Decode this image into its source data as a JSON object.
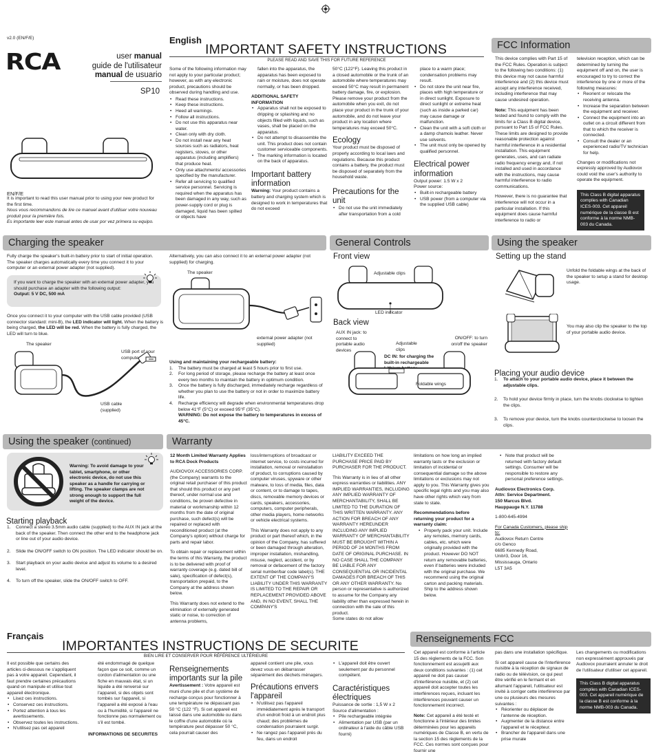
{
  "header": {
    "version": "v2.0 (EN/F/E)",
    "brand": "RCA",
    "manual_lines": [
      {
        "pre": "user ",
        "bold": "manual",
        "post": ""
      },
      {
        "pre": "guide de l'utilisateur",
        "bold": "",
        "post": ""
      },
      {
        "pre": "",
        "bold": "manual",
        "post": " de usuario"
      }
    ],
    "model": "SP10"
  },
  "intro": {
    "lang": "EN/F/E",
    "en": "It is important to read this user manual prior to using your new product for the first time.",
    "fr": "Nous vous recommandons de lire ce manuel avant d'utiliser votre nouveau produit pour la première fois.",
    "es": "Es importante leer este manual antes de usar por vez primera su equipo."
  },
  "safety": {
    "lang": "English",
    "title": "IMPORTANT SAFETY INSTRUCTIONS",
    "subtitle": "PLEASE READ AND SAVE THIS FOR FUTURE REFERENCE",
    "col1_intro": "Some of the following information may not apply to your particular product; however, as with any electronic product, precautions should be observed during handling and use.",
    "col1_items": [
      "Read these instructions.",
      "Keep these instructions.",
      "Heed all warnings.",
      "Follow all instructions.",
      "Do not use this apparatus near water.",
      "Clean only with dry cloth.",
      "Do not install near any heat sources such as radiators, heat registers, stoves, or other apparatus (including amplifiers) that produce heat.",
      "Only use attachments/ accessories specified by the manufacturer.",
      "Refer all servicing to qualified service personnel. Servicing is required when the apparatus has been damaged in any way, such as power-supply cord or plug is damaged, liquid has been spilled or objects have"
    ],
    "col2_cont": "fallen into the apparatus, the apparatus has been exposed to rain or moisture, does not operate normally, or has been dropped.",
    "col2_add_head": "ADDITIONAL SAFETY INFORMATION",
    "col2_items": [
      "Apparatus shall not be exposed to dripping or splashing and no objects filled with liquids, such as vases, shall be placed on the apparatus.",
      "Do not attempt to disassemble the unit. This product does not contain customer serviceable components.",
      "The marking information is located on the back of apparatus."
    ],
    "battery_head": "Important battery information",
    "battery_warn_label": "Warning:",
    "battery_warn": " Your product contains a battery and charging system which is designed to work in temperatures that do not exceed",
    "col3_cont": "50°C (122°F). Leaving this product in a closed automobile or the trunk of an automobile where temperatures may exceed 50°C may result in permanent battery damage, fire, or explosion. Please remove your product from the automobile when you exit, do not place your product in the trunk of your automobile, and do not leave your product in any location where temperatures may exceed 50°C.",
    "ecology_head": "Ecology",
    "ecology": "Your product must be disposed of properly according to local laws and regulations. Because this product contains a battery, the product must be disposed of separately from the household waste.",
    "precautions_head": "Precautions for the unit",
    "precautions_item": "Do not use the unit immediately after transportation from a cold",
    "col4_cont": "place to a warm place; condensation problems may result.",
    "col4_items": [
      "Do not store the unit near fire, places with high temperature or in direct sunlight. Exposure to direct sunlight or extreme heat (such as inside a parked car) may cause damage or malfunction.",
      "Clean the unit with a soft cloth or a damp chamois leather. Never use solvents.",
      "The unit must only be opened by qualified personnel."
    ],
    "power_head": "Electrical power information",
    "power_output": "Output power: 1.5 W x 2",
    "power_source": "Power source:",
    "power_items": [
      "Built-in rechargeable battery",
      "USB power (from a computer via the supplied USB cable)"
    ]
  },
  "fcc": {
    "title": "FCC Information",
    "col1": "This device complies with Part 15 of the FCC Rules. Operation is subject to the following two conditions: (1) this device may not cause harmful interference and (2) this device must accept any interference received, including interference that may cause undesired operation.",
    "note_label": "Note:",
    "note": " This equipment has been tested and found to comply with the limits for a Class B digital device, pursuant to Part 15 of FCC Rules. These limits are designed to provide reasonable protection against harmful interference in a residential installation. This equipment generates, uses, and can radiate radio frequency energy and, if not installed and used in accordance with the instructions, may cause harmful interference to radio communications.",
    "col1b": "However, there is no guarantee that interference will not occur in a particular installation. If this equipment does cause harmful interference to radio or",
    "col2": "television reception, which can be determined by turning the equipment off and on, the user is encouraged to try to correct the interference by one or more of the following measures:",
    "col2_items": [
      "Reorient or relocate the receiving antenna.",
      "Increase the separation between the equipment and receiver.",
      "Connect the equipment into an outlet on a circuit different from that to which the receiver is connected.",
      "Consult the dealer or an experienced radio/TV technician for help."
    ],
    "changes": "Changes or modifications not expressly approved by Audiovox could void the user's authority to operate the equipment.",
    "box": "This Class B digital apparatus complies with Canadian ICES-003. Cet appareil numérique de la classe B est conforme à la norme NMB-003 du Canada."
  },
  "charging": {
    "title": "Charging the speaker",
    "p1": "Fully charge the speaker's built-in battery prior to start of initial operation. The speaker charges automatically every time you connect it to your computer or an external power adapter (not supplied).",
    "note": "If you want to charge the speaker with an external power adapter, you should purchase an adapter with the following output:",
    "note_bold": "Output: 5 V DC, 500 mA",
    "p2_a": "Once you connect it to your computer with the USB cable provided (USB connector standard: mini-B), the ",
    "p2_b": "LED indicator will light.",
    "p2_c": " When the battery is being charged, ",
    "p2_d": "the LED will be red.",
    "p2_e": " When the battery is fully charged, the LED will turn to blue.",
    "lbl_speaker": "The speaker",
    "lbl_usbport": "USB port of your computer",
    "lbl_cable": "USB cable (supplied)",
    "p3": "Alternatively, you can also connect it to an external power adapter (not supplied) for charging.",
    "lbl_speaker2": "The speaker",
    "lbl_adapter": "external power adapter (not supplied)",
    "maint_head": "Using and maintaining your rechargeable battery:",
    "maint": [
      "The battery must be charged at least 5 hours prior to first use.",
      "For long period of storage, please recharge the battery at least once every two months to maintain the battery in optimum condition.",
      "Once the battery is fully discharged, immediately recharge regardless of whether you plan to use the battery or not in order to maximize battery life.",
      "Recharge efficiency will degrade when environmental temperatures drop below 41°F (5°C) or exceed 95°F (35°C)."
    ],
    "maint_warn": "WARNING: Do not expose the battery to temperatures in excess of 45°C."
  },
  "controls": {
    "title": "General Controls",
    "front": "Front view",
    "lbl_clips": "Adjustable clips",
    "lbl_led": "LED indicator",
    "back": "Back view",
    "lbl_aux": "AUX IN jack: to connect to portable audio devices",
    "lbl_clips2": "Adjustable clips",
    "lbl_onoff": "ON/OFF: to turn on/off the speaker",
    "lbl_dcin": "DC IN: for charging the built-in rechargeable Lithium battery",
    "lbl_wings": "Foldable wings"
  },
  "using": {
    "title": "Using the speaker",
    "stand_head": "Setting up the stand",
    "stand1": "Unfold the foldable wings at the back of the speaker to setup a stand for desktop usage.",
    "stand2": "You may also clip the speaker to the top of your portable audio device.",
    "place_head": "Placing your audio device",
    "place": [
      "To attach to your portable audio device, place it between the adjustable clips.",
      "To hold your device firmly in place, turn the knobs clockwise to tighten the clips.",
      "To remove your device, turn the knobs counterclockwise to loosen the clips."
    ]
  },
  "using2": {
    "title": "Using the speaker",
    "title_small": "(continued)",
    "warn_label": "Warning:",
    "warn": " To avoid damage to your tablet, smartphone, or other electronic device, do not use this speaker as a handle for carrying or lifting. The speaker clamps are not strong enough to support the full weight of the device.",
    "play_head": "Starting playback",
    "play": [
      "Connect a stereo 3.5mm audio cable (supplied) to the AUX IN jack at the back of the speaker. Then connect the other end to the headphone jack or line out of your audio device.",
      "Slide the ON/OFF switch to ON position. The LED indicator should be on.",
      "Start playback on your audio device and adjust its volume to a desired level.",
      "To turn off the speaker, slide the ON/OFF switch to OFF."
    ]
  },
  "warranty": {
    "title": "Warranty",
    "head": "12 Month Limited Warranty Applies to RCA Dock Products",
    "c1": "AUDIOVOX ACCESSORIES CORP. (the Company) warrants to the original retail purchaser of this product that should this product or any part thereof, under normal use and conditions, be proven defective in material or workmanship within 12 months from the date of original purchase, such defect(s) will be repaired or replaced with reconditioned product (at the Company's option) without charge for parts and repair labor.",
    "c1b": "To obtain repair or replacement within the terms of this Warranty, the product is to be delivered with proof of warranty coverage (e.g. dated bill of sale), specification of defect(s), transportation prepaid, to the Company at the address shown below.",
    "c1c": "This Warranty does not extend to the elimination of externally generated static or noise, to correction of antenna problems,",
    "c2": "loss/interruptions of broadcast or internet service, to costs incurred for installation, removal or reinstallation of product, to corruptions caused by computer viruses, spyware or other malware, to loss of media, files, data or content, or to damage to tapes, discs, removable memory devices or cards, speakers, accessories, computers, computer peripherals, other media players, home networks or vehicle electrical systems.",
    "c2b": "This Warranty does not apply to any product or part thereof which, in the opinion of the Company, has suffered or been damaged through alteration, improper installation, mishandling, misuse, neglect, accident, or by removal or defacement of the factory serial number/bar code label(s). THE EXTENT OF THE COMPANY'S LIABILITY UNDER THIS WARRANTY IS LIMITED TO THE REPAIR OR REPLACEMENT PROVIDED ABOVE AND, IN NO EVENT, SHALL THE COMPANY'S",
    "c3": "LIABILITY EXCEED THE PURCHASE PRICE PAID BY PURCHASER FOR THE PRODUCT.",
    "c3b": "This Warranty is in lieu of all other express warranties or liabilities. ANY IMPLIED WARRANTIES, INCLUDING ANY IMPLIED WARRANTY OF MERCHANTABILITY, SHALL BE LIMITED TO THE DURATION OF THIS WRITTEN WARRANTY. ANY ACTION FOR BREACH OF ANY WARRANTY HEREUNDER INCLUDING ANY IMPLIED WARRANTY OF MERCHANTABILITY MUST BE BROUGHT WITHIN A PERIOD OF 24 MONTHS FROM DATE OF ORIGINAL PURCHASE. IN NO CASE SHALL THE COMPANY BE LIABLE FOR ANY CONSEQUENTIAL OR INCIDENTAL DAMAGES FOR BREACH OF THIS OR ANY OTHER WARRANTY. No person or representative is authorized to assume for the Company any liability other than expressed herein in connection with the sale of this product.",
    "c3c": "Some states do not allow",
    "c4": "limitations on how long an implied warranty lasts or the exclusion or limitation of incidental or consequential damage so the above limitations or exclusions may not apply to you. This Warranty gives you specific legal rights and you may also have other rights which vary from state to state.",
    "c4_head": "Recommendations before returning your product for a warranty claim:",
    "c4_item": "Properly pack your unit. Include any remotes, memory cards, cables, etc. which were originally provided with the product. However DO NOT return any removable batteries, even if batteries were included with the original purchase. We recommend using the original carton and packing materials. Ship to the address shown below.",
    "c5_item": "Note that product will be returned with factory default settings. Consumer will be responsible to restore any personal preference settings.",
    "addr": [
      "Audiovox Electronics Corp.",
      "Attn: Service Department.",
      "150 Marcus Blvd.",
      "Hauppauge N.Y. 11788"
    ],
    "phone": "1-800-645-4994",
    "canada_head": "For Canada Customers, please ship to:",
    "canada": [
      "Audiovox Return Centre",
      "c/o Genco",
      "6685 Kennedy Road,",
      "Unit#3, Door 16,",
      "Mississauga, Ontario",
      "L5T 3A5"
    ]
  },
  "fr": {
    "lang": "Français",
    "title": "IMPORTANTES INSTRUCTIONS DE SECURITE",
    "subtitle": "BIEN LIRE ET CONSERVER POUR RÉFÉRENCE ULTÉRIEURE",
    "c1": "Il est possible que certains des articles ci-dessous ne s'appliquent pas à votre appareil. Cependant, il faut prendre certaines précautions quand on manipule et utilise tout appareil électronique.",
    "c1_items": [
      "Lisez ces instructions.",
      "Conservez ces instructions.",
      "Portez attention à tous les avertissements.",
      "Observez toutes les instructions.",
      "N'utilisez pas cet appareil"
    ],
    "c2": "été endommagé de quelque façon que ce soit, comme un cordon d'alimentation ou une fiche en mauvais état, si un liquide a été renversé sur l'appareil, si des objets sont tombés sur l'appareil, si l'appareil a été exposé à l'eau ou à l'humidité, si l'appareil ne fonctionne pas normalement ou s'il est tombé.",
    "c2_head": "INFORMATIONS DE SECURITES",
    "c3_head": "Renseignements importants sur la pile",
    "c3_label": "Avertissement :",
    "c3": " Votre appareil est muni d'une pile et d'un système de recharge conçus pour fonctionner à une température ne dépassant pas 50 °C (122 °F). Si cet appareil est laissé dans une automobile ou dans le coffre d'une automobile où la température peut dépasser 50 °C, cela pourrait causer des",
    "c4": "appareil contient une pile, vous devez vous en débarrasser séparément des déchets ménagers.",
    "c4_head": "Précautions envers l'appareil",
    "c4_items": [
      "N'utilisez pas l'appareil immédiatement après le transport d'un endroit froid à un endroit plus chaud; des problèmes de condensation pourraient surgir.",
      "Ne rangez pas l'appareil près du feu, dans un endroit"
    ],
    "c5_item": "L'appareil doit être ouvert seulement par du personnel compétent.",
    "c5_head": "Caractéristiques électriques",
    "c5_out": "Puissance de sortie : 1,5 W x 2",
    "c5_src": "Source d'alimentation :",
    "c5_items": [
      "Pile rechargeable intégrée",
      "Alimentation par USB (par un ordinateur à l'aide du câble USB fourni)"
    ]
  },
  "fccfr": {
    "title": "Renseignements FCC",
    "c1": "Cet appareil est conforme à l'article 15 des règlements de la FCC. Son fonctionnement est assujetti aux deux conditions suivantes : (1) cet appareil ne doit pas causer d'interférence nuisible, et (2) cet appareil doit accepter toutes les interférences reçues, incluant les interférences pouvant causer un fonctionnement incorrect.",
    "note_label": "Note:",
    "note": " Cet appareil a été testé et fonctionne à l'intérieur des limites déterminées pour les appareils numériques de Classe B, en vertu de la section 15 des règlements de la FCC. Ces normes sont conçues pour fournir une",
    "c2": "pas dans une installation spécifique.",
    "c2b": "Si cet appareil cause de l'interférence nuisible à la réception de signaux de radio ou de télévision, ce qui peut être vérifié en le fermant et en allumant l'appareil, l'utilisateur est invité à corriger cette interférence par une ou plusieurs des mesures suivantes :",
    "c2_items": [
      "Réorienter ou déplacer de l'antenne de réception.",
      "Augmenter de la distance entre l'appareil et le récepteur.",
      "Brancher de l'appareil dans une prise murale"
    ],
    "c3": "Les changements ou modifications non expressément approuvés par Audiovox pourraient annuler le droit de l'utilisateur d'utiliser cet appareil.",
    "box": "This Class B digital apparatus complies with Canadian ICES-003. Cet appareil numérique de la classe B est conforme à la norme NMB-003 du Canada."
  }
}
